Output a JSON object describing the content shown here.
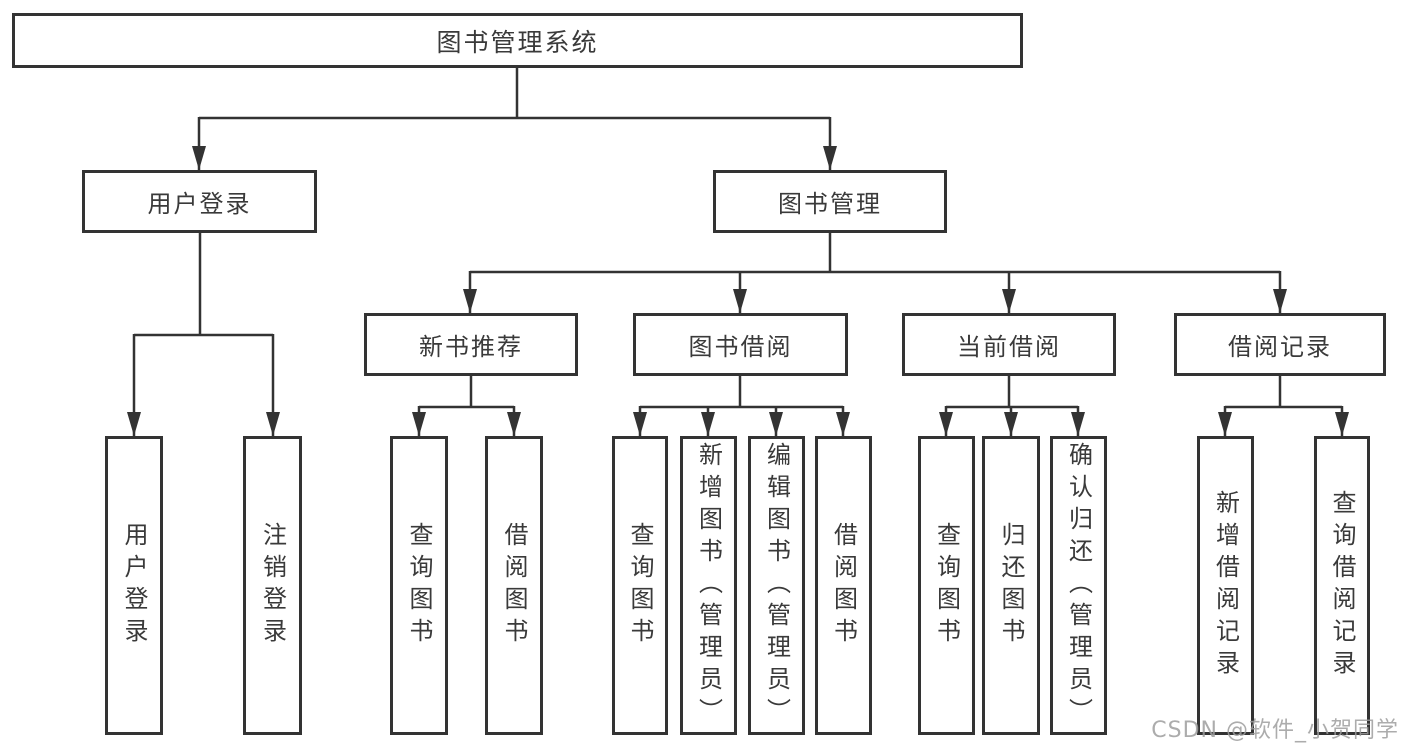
{
  "diagram": {
    "colors": {
      "line": "#333333",
      "border": "#333333",
      "text": "#3a3a3a",
      "box_background": "#ffffff",
      "watermark": "#9e9e9e"
    },
    "tree": {
      "label": "图书管理系统",
      "children": [
        {
          "label": "用户登录",
          "children": [
            {
              "label": "用户登录"
            },
            {
              "label": "注销登录"
            }
          ]
        },
        {
          "label": "图书管理",
          "children": [
            {
              "label": "新书推荐",
              "children": [
                {
                  "label": "查询图书"
                },
                {
                  "label": "借阅图书"
                }
              ]
            },
            {
              "label": "图书借阅",
              "children": [
                {
                  "label": "查询图书"
                },
                {
                  "label": "新增图书（管理员）"
                },
                {
                  "label": "编辑图书（管理员）"
                },
                {
                  "label": "借阅图书"
                }
              ]
            },
            {
              "label": "当前借阅",
              "children": [
                {
                  "label": "查询图书"
                },
                {
                  "label": "归还图书"
                },
                {
                  "label": "确认归还（管理员）"
                }
              ]
            },
            {
              "label": "借阅记录",
              "children": [
                {
                  "label": "新增借阅记录"
                },
                {
                  "label": "查询借阅记录"
                }
              ]
            }
          ]
        }
      ]
    },
    "watermark": {
      "text": "CSDN @软件_小贺同学"
    }
  }
}
